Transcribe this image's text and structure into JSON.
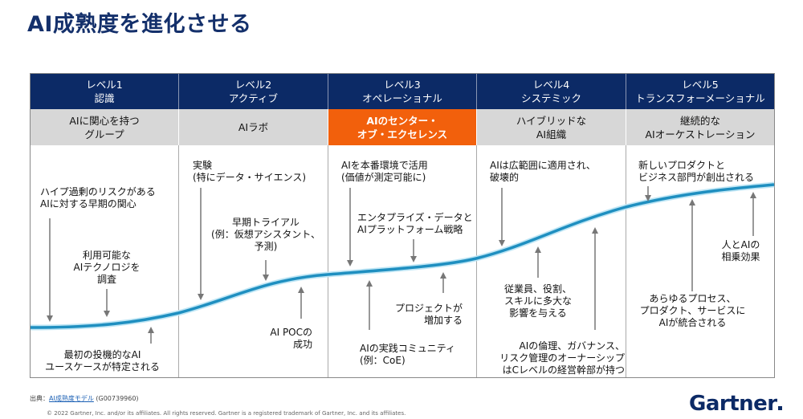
{
  "title": "AI成熟度を進化させる",
  "levels": [
    {
      "level": "レベル1",
      "name": "認識",
      "org": "AIに関心を持つ\nグループ"
    },
    {
      "level": "レベル2",
      "name": "アクティブ",
      "org": "AIラボ"
    },
    {
      "level": "レベル3",
      "name": "オペレーショナル",
      "org": "AIのセンター・\nオブ・エクセレンス"
    },
    {
      "level": "レベル4",
      "name": "システミック",
      "org": "ハイブリッドな\nAI組織"
    },
    {
      "level": "レベル5",
      "name": "トランスフォーメーショナル",
      "org": "継続的な\nAIオーケストレーション"
    }
  ],
  "notes": {
    "n1a": "ハイプ過剰のリスクがある\nAIに対する早期の関心",
    "n1b": "利用可能な\nAIテクノロジを\n調査",
    "n1c": "最初の投機的なAI\nユースケースが特定される",
    "n2a": "実験\n(特にデータ・サイエンス)",
    "n2b": "早期トライアル\n(例：仮想アシスタント、\n予測)",
    "n2c": "AI POCの\n成功",
    "n3a": "AIを本番環境で活用\n(価値が測定可能に)",
    "n3b": "エンタプライズ・データと\nAIプラットフォーム戦略",
    "n3c": "プロジェクトが\n増加する",
    "n3d": "AIの実践コミュニティ\n(例：CoE)",
    "n4a": "AIは広範囲に適用され、\n破壊的",
    "n4b": "従業員、役割、\nスキルに多大な\n影響を与える",
    "n4c": "AIの倫理、ガバナンス、\nリスク管理のオーナーシップ\nはCレベルの経営幹部が持つ",
    "n5a": "新しいプロダクトと\nビジネス部門が創出される",
    "n5b": "人とAIの\n相乗効果",
    "n5c": "あらゆるプロセス、\nプロダクト、サービスに\nAIが統合される"
  },
  "footer": {
    "source_prefix": "出典：",
    "source_link": "AI成熟度モデル",
    "source_id": "(G00739960)",
    "copyright": "© 2022 Gartner, Inc. and/or its affiliates. All rights reserved. Gartner is a registered trademark of Gartner, Inc. and its affiliates.",
    "logo": "Gartner"
  },
  "colors": {
    "navy": "#0c2a66",
    "orange": "#f2600c",
    "curve": "#1f8fc0",
    "gray": "#d7d7d7"
  }
}
